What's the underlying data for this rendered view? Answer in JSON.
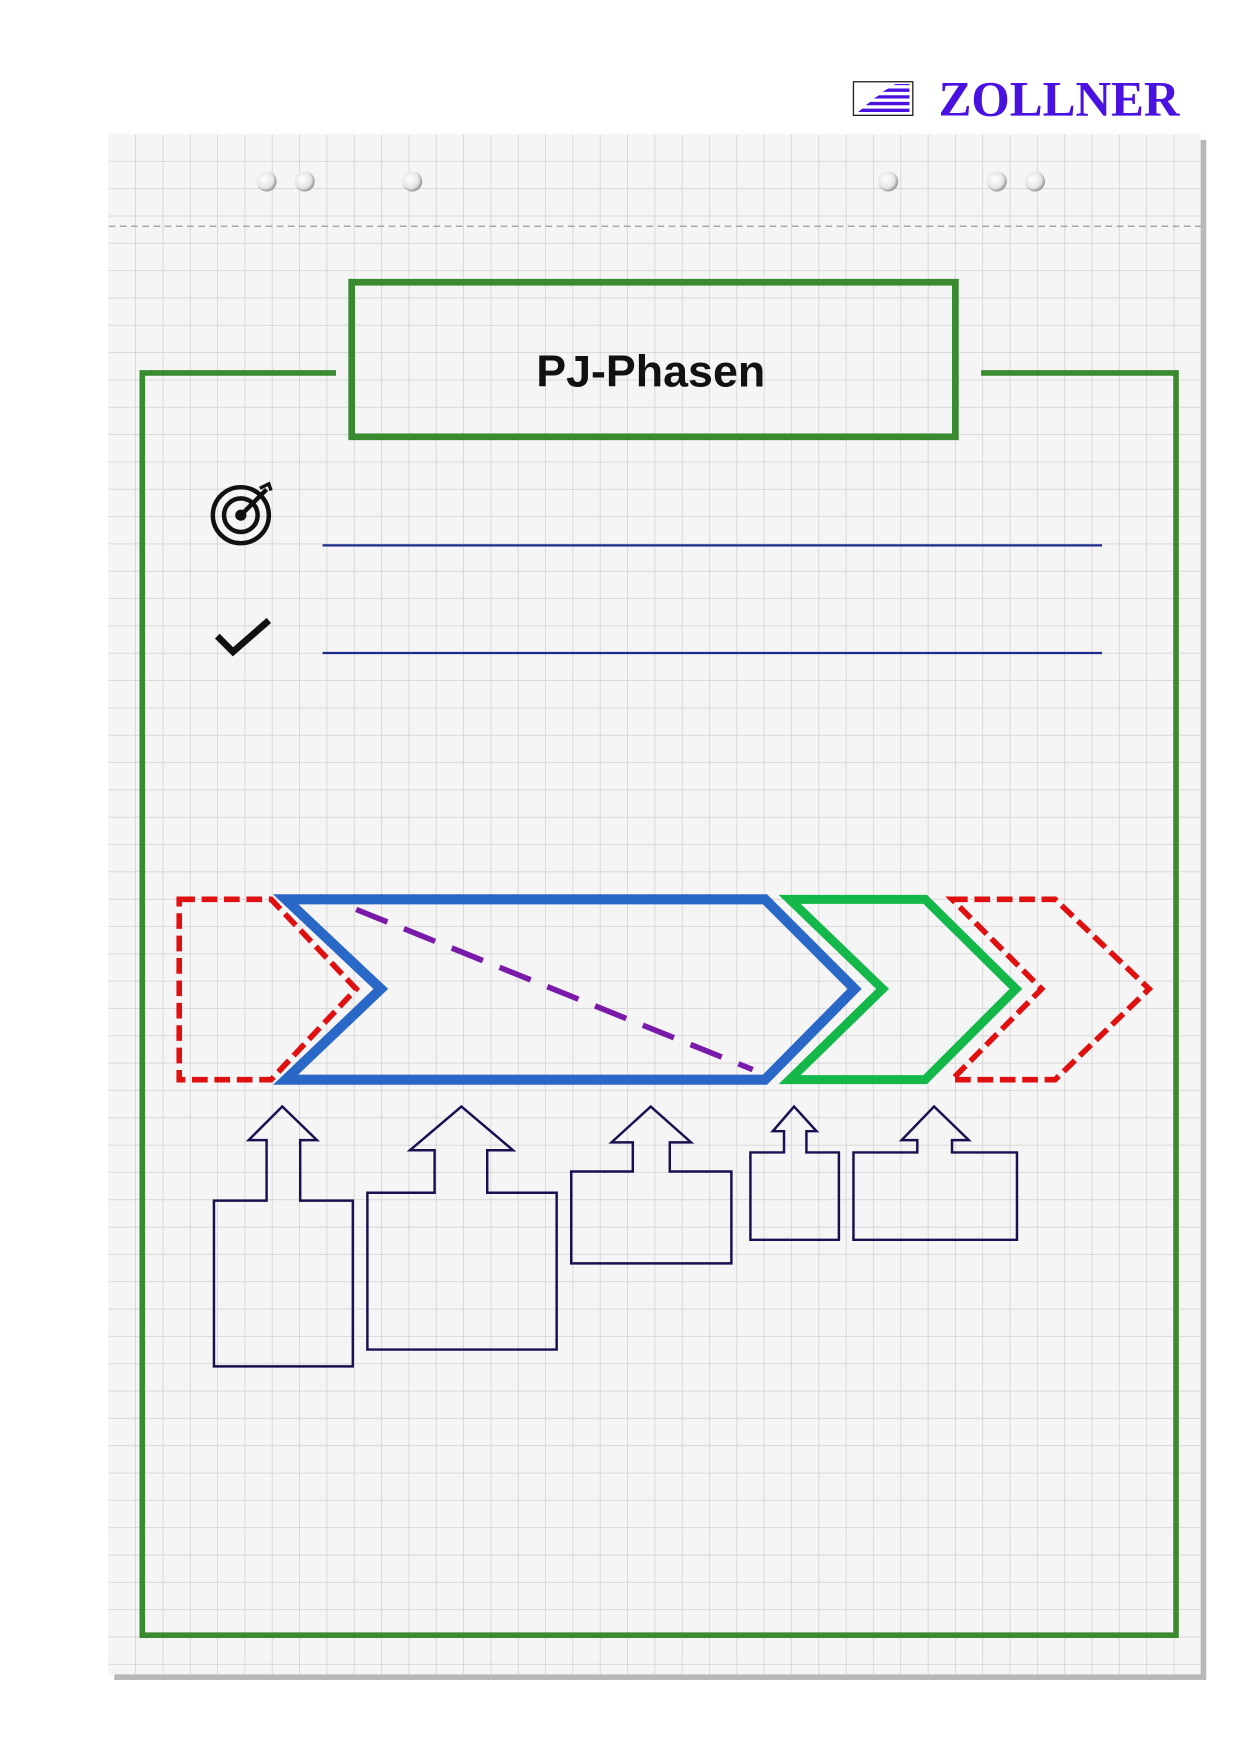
{
  "brand": {
    "name": "ZOLLNER",
    "color": "#4a12e0"
  },
  "flipchart": {
    "title": "PJ-Phasen",
    "rows": [
      {
        "icon": "target-icon"
      },
      {
        "icon": "checkmark-icon"
      }
    ],
    "phases": [
      {
        "name": "phase-before",
        "style": "dashed",
        "color": "#e01010"
      },
      {
        "name": "phase-main",
        "style": "solid",
        "color": "#2a68c8"
      },
      {
        "name": "phase-next",
        "style": "solid",
        "color": "#14b84a"
      },
      {
        "name": "phase-after",
        "style": "dashed",
        "color": "#e01010"
      }
    ],
    "frame_color": "#3a8a30",
    "line_color": "#1f2a8a",
    "diagonal_color": "#7a1aa8",
    "box_color": "#1a1050",
    "input_boxes": 5
  }
}
